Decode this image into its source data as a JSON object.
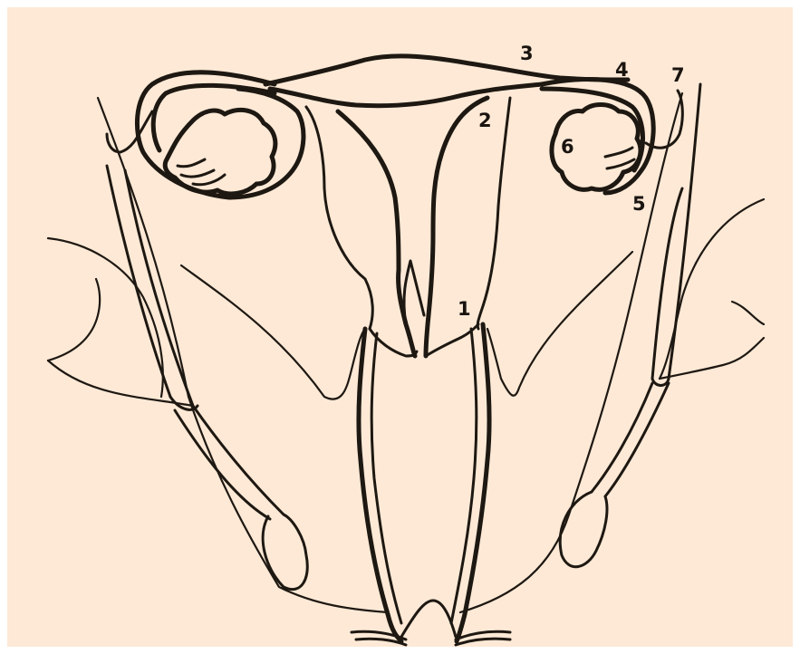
{
  "colors": {
    "background": "#fde9d6",
    "stroke": "#1e1812",
    "frame": "#ffffff"
  },
  "labels": [
    {
      "id": "1",
      "text": "1"
    },
    {
      "id": "2",
      "text": "2"
    },
    {
      "id": "3",
      "text": "3"
    },
    {
      "id": "4",
      "text": "4"
    },
    {
      "id": "5",
      "text": "5"
    },
    {
      "id": "6",
      "text": "6"
    },
    {
      "id": "7",
      "text": "7"
    }
  ]
}
